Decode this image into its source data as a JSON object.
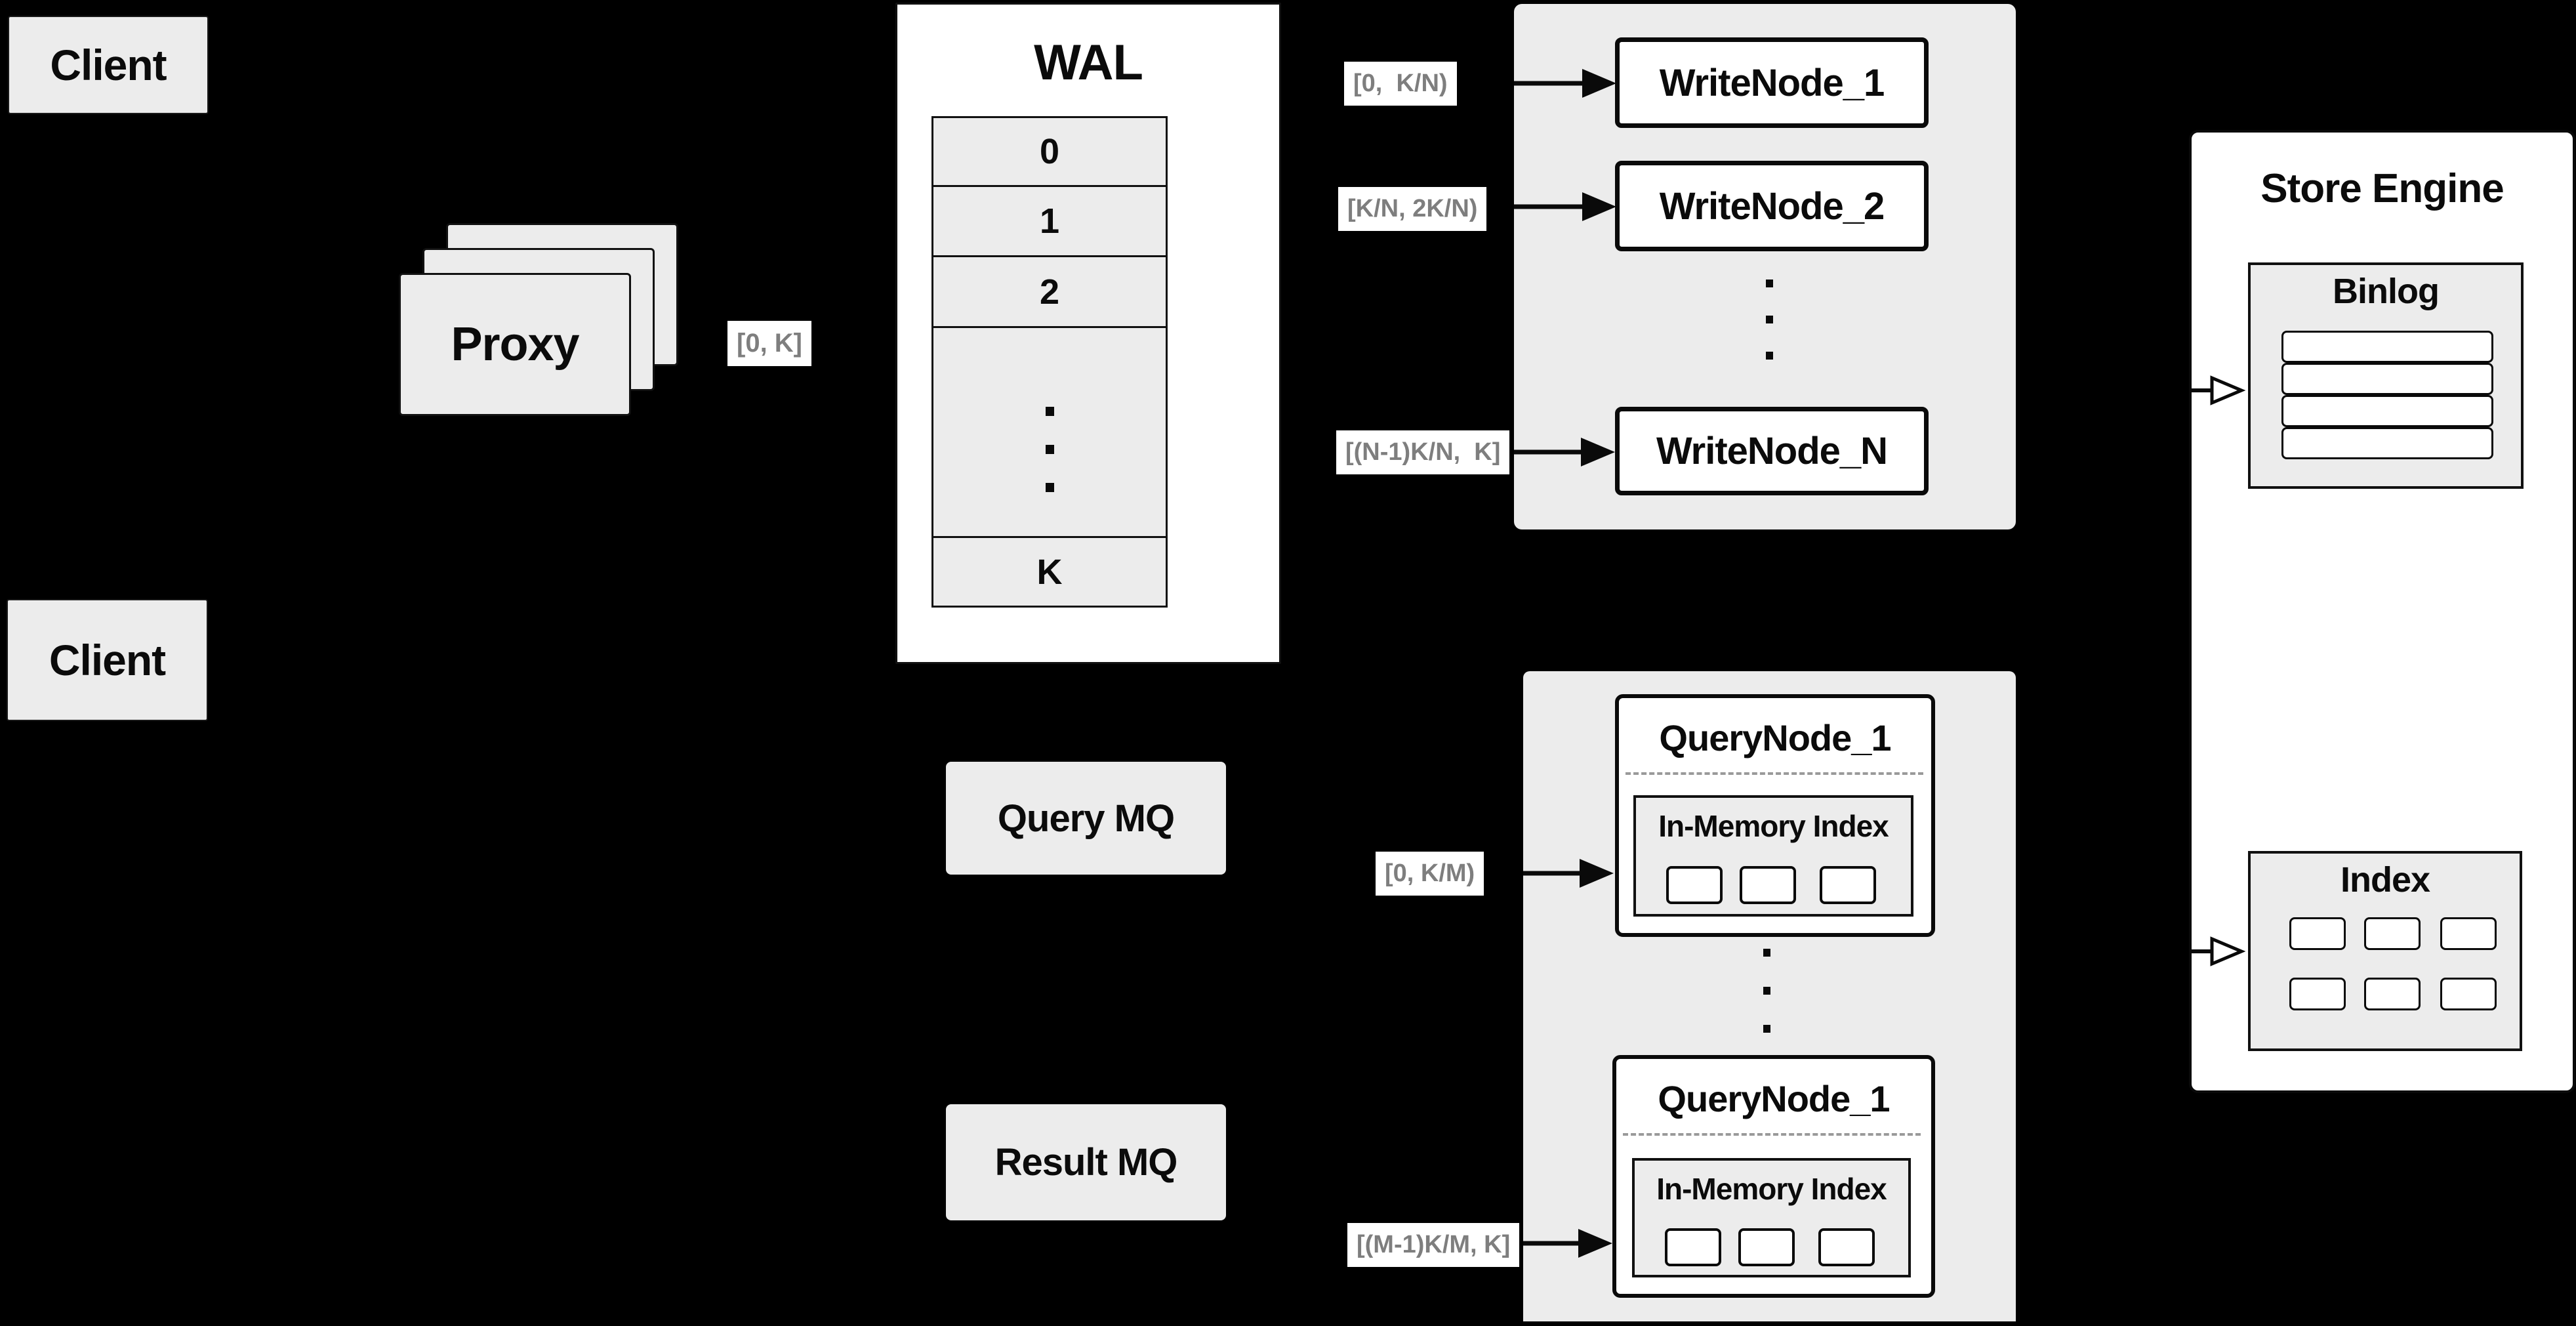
{
  "colors": {
    "background": "#000000",
    "panel_gray": "#ececec",
    "box_white": "#ffffff",
    "border_black": "#111111",
    "label_text_gray": "#7e7e7e",
    "dash_gray": "#9a9a9a"
  },
  "clients": {
    "top_label": "Client",
    "bottom_label": "Client"
  },
  "proxy": {
    "label": "Proxy",
    "range_label": "[0, K]"
  },
  "wal": {
    "title": "WAL",
    "segments": [
      "0",
      "1",
      "2"
    ],
    "last_segment": "K"
  },
  "write_nodes": {
    "labels": [
      "[0,  K/N)",
      "[K/N, 2K/N)",
      "[(N-1)K/N,  K]"
    ],
    "items": [
      "WriteNode_1",
      "WriteNode_2",
      "WriteNode_N"
    ]
  },
  "mq": {
    "query_label": "Query MQ",
    "result_label": "Result MQ"
  },
  "query_nodes": {
    "labels": [
      "[0, K/M)",
      "[(M-1)K/M, K]"
    ],
    "items": [
      {
        "title": "QueryNode_1",
        "subtitle": "In-Memory Index"
      },
      {
        "title": "QueryNode_1",
        "subtitle": "In-Memory Index"
      }
    ]
  },
  "store_engine": {
    "title": "Store Engine",
    "binlog_title": "Binlog",
    "index_title": "Index"
  }
}
